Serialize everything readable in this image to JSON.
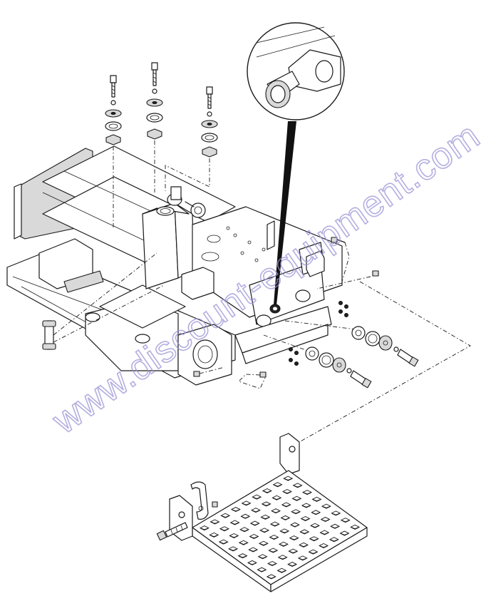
{
  "watermark": {
    "text": "www.discount-equipment.com",
    "color": "#9b94d6"
  },
  "diagram": {
    "line_color": "#1a1a1a",
    "parts": [
      {
        "name": "mount-bolt-left"
      },
      {
        "name": "mount-bolt-center"
      },
      {
        "name": "mount-bolt-right"
      },
      {
        "name": "mainframe"
      },
      {
        "name": "bushing-detail-callout"
      },
      {
        "name": "rear-pivot-bolt-upper"
      },
      {
        "name": "rear-pivot-bolt-lower"
      },
      {
        "name": "step-platform"
      },
      {
        "name": "handle-bracket"
      }
    ]
  }
}
